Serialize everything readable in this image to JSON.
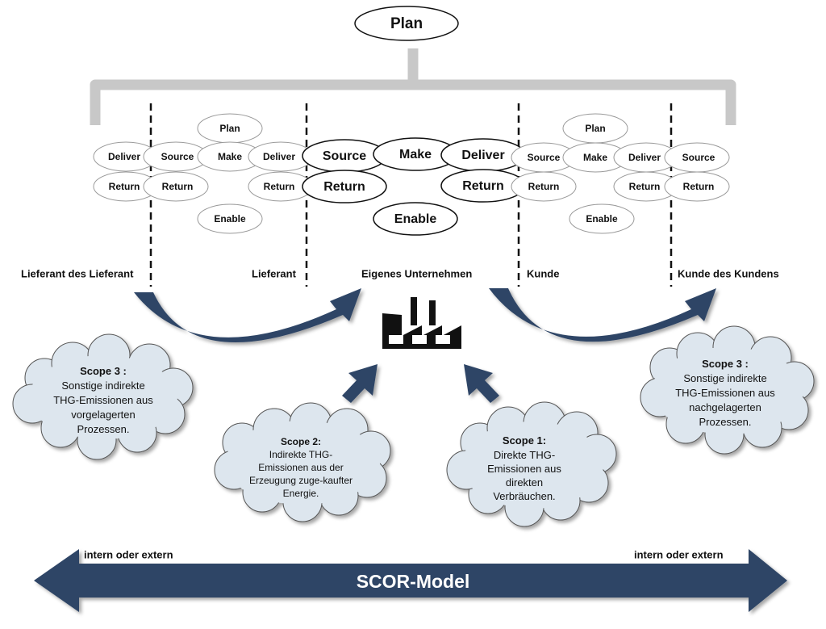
{
  "top": {
    "plan": "Plan"
  },
  "chain1": {
    "plan": "Plan",
    "deliver_left": "Deliver",
    "source": "Source",
    "make": "Make",
    "deliver_right": "Deliver",
    "return_left": "Return",
    "return_mid": "Return",
    "return_right": "Return",
    "enable": "Enable"
  },
  "own": {
    "source": "Source",
    "make": "Make",
    "deliver": "Deliver",
    "return_left": "Return",
    "return_right": "Return",
    "enable": "Enable"
  },
  "chain2": {
    "plan": "Plan",
    "source": "Source",
    "make": "Make",
    "deliver": "Deliver",
    "source_right": "Source",
    "return_left": "Return",
    "return_mid": "Return",
    "return_right": "Return",
    "enable": "Enable"
  },
  "parties": {
    "supplier_of_supplier": "Lieferant des Lieferant",
    "supplier": "Lieferant",
    "own_company": "Eigenes Unternehmen",
    "customer": "Kunde",
    "customer_of_customer": "Kunde des Kundens"
  },
  "scopes": {
    "scope3_left": {
      "title": "Scope 3 :",
      "lines": [
        "Sonstige indirekte",
        "THG-Emissionen aus",
        "vorgelagerten",
        "Prozessen."
      ]
    },
    "scope2": {
      "title": "Scope 2:",
      "lines": [
        "Indirekte THG-",
        "Emissionen aus der",
        "Erzeugung zuge-kaufter",
        "Energie."
      ]
    },
    "scope1": {
      "title": "Scope 1:",
      "lines": [
        "Direkte THG-",
        "Emissionen aus",
        "direkten",
        "Verbräuchen."
      ]
    },
    "scope3_right": {
      "title": "Scope 3 :",
      "lines": [
        "Sonstige indirekte",
        "THG-Emissionen aus",
        "nachgelagerten",
        "Prozessen."
      ]
    }
  },
  "bottom": {
    "left_label": "intern oder extern",
    "right_label": "intern oder extern",
    "model": "SCOR-Model"
  },
  "colors": {
    "arrow": "#2e4566",
    "cloud": "#dde6ee",
    "bracket": "#c8c8c8"
  }
}
